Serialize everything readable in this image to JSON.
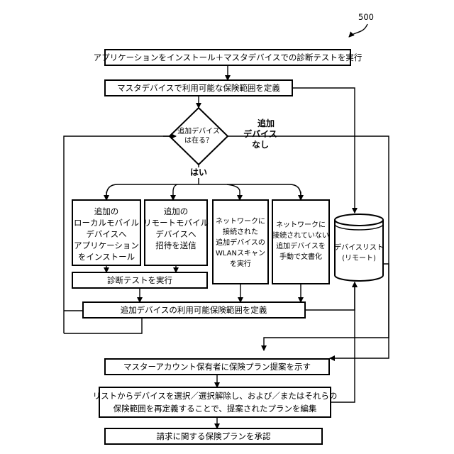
{
  "ref_number": "500",
  "nodes": {
    "install": "アプリケーションをインストール＋マスタデバイスでの診断テストを実行",
    "define_master": "マスタデバイスで利用可能な保険範囲を定義",
    "decision": [
      "追加デバイス",
      "は在る？"
    ],
    "no_label": [
      "追加",
      "デバイス",
      "なし"
    ],
    "yes_label": "はい",
    "local_install": [
      "追加の",
      "ローカルモバイル",
      "デバイスへ",
      "アプリケーション",
      "をインストール"
    ],
    "remote_invite": [
      "追加の",
      "リモートモバイル",
      "デバイスへ",
      "招待を送信"
    ],
    "wlan_scan": [
      "ネットワークに",
      "接続された",
      "追加デバイスの",
      "WLANスキャン",
      "を実行"
    ],
    "manual_doc": [
      "ネットワークに",
      "接続されていない",
      "追加デバイスを",
      "手動で文書化"
    ],
    "device_list": [
      "デバイスリスト",
      "(リモート)"
    ],
    "diag_test": "診断テストを実行",
    "define_additional": "追加デバイスの利用可能保険範囲を定義",
    "present_plan": "マスターアカウント保有者に保険プラン提案を示す",
    "edit_plan": [
      "リストからデバイスを選択／選択解除し、および／またはそれらの",
      "保険範囲を再定義することで、提案されたプランを編集"
    ],
    "approve": "請求に関する保険プランを承認"
  }
}
